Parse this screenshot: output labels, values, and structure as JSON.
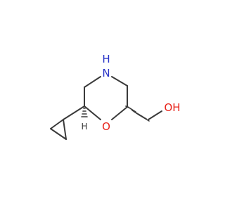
{
  "molecule": {
    "atoms": {
      "nitrogen": "N",
      "nitrogen_h": "H",
      "oxygen_ring": "O",
      "hydroxyl": "OH",
      "stereo_h": "H"
    },
    "colors": {
      "nitrogen": "#2b35c8",
      "oxygen": "#e8231a",
      "carbon_bond": "#3a3a3a"
    }
  }
}
